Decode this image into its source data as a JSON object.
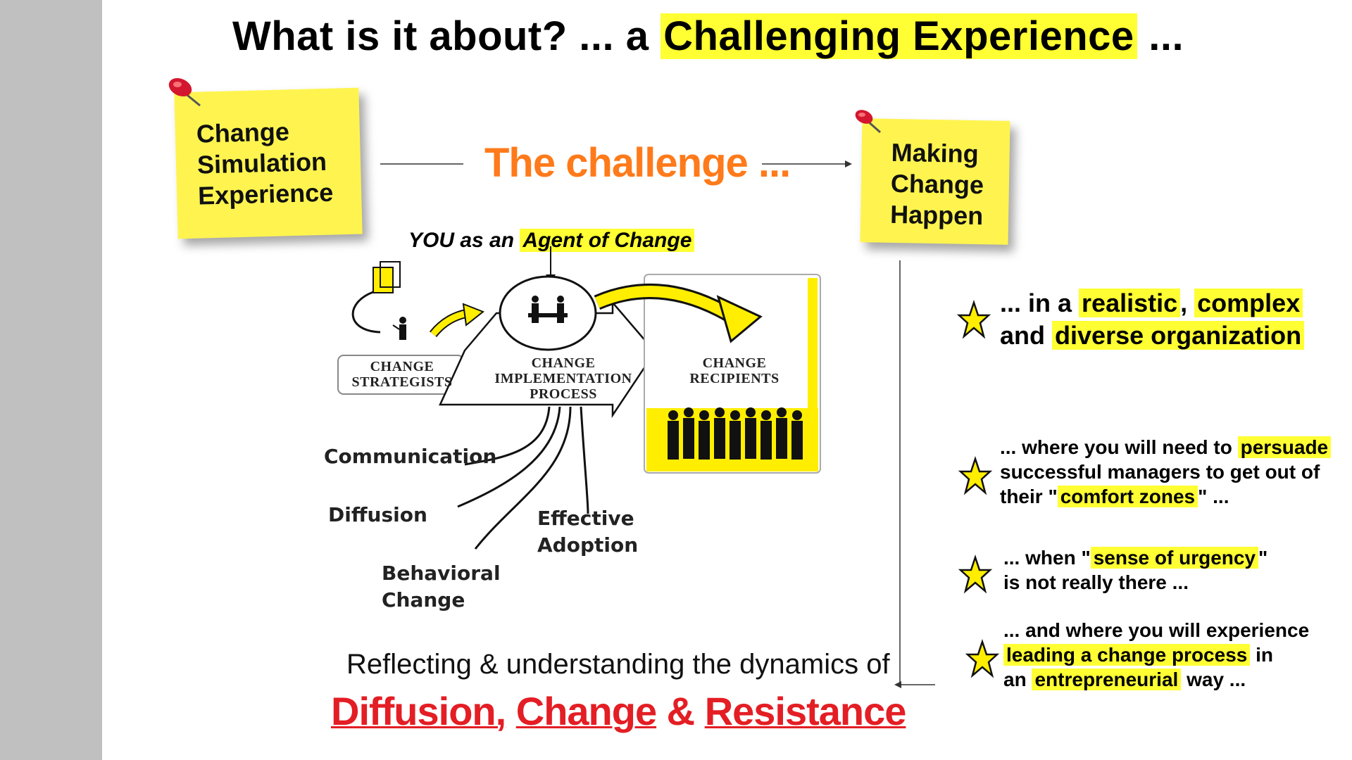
{
  "title": {
    "prefix": "What is it about? ... a",
    "highlight": "Challenging Experience",
    "suffix": "..."
  },
  "notes": {
    "left": [
      "Change",
      "Simulation",
      "Experience"
    ],
    "right": [
      "Making",
      "Change",
      "Happen"
    ]
  },
  "challenge": "The challenge ...",
  "agent": {
    "prefix": "YOU as an",
    "highlight": "Agent of Change"
  },
  "diagram": {
    "strategists": [
      "CHANGE",
      "STRATEGISTS"
    ],
    "process": [
      "CHANGE",
      "IMPLEMENTATION",
      "PROCESS"
    ],
    "recipients": [
      "CHANGE",
      "RECIPIENTS"
    ],
    "communication": "Communication",
    "diffusion": "Diffusion",
    "behavioral": [
      "Behavioral",
      "Change"
    ],
    "effective": [
      "Effective",
      "Adoption"
    ]
  },
  "bullets": {
    "b1": {
      "t1": "... in a",
      "h1": "realistic",
      "t2": ", ",
      "h2": "complex",
      "t3": "and",
      "h3": "diverse organization"
    },
    "b2": {
      "t1": "... where you will need to",
      "h1": "persuade",
      "t2": "successful managers to get out of",
      "t3": "their \"",
      "h2": "comfort zones",
      "t4": "\" ..."
    },
    "b3": {
      "t1": "... when \"",
      "h1": "sense of urgency",
      "t2": "\"",
      "t3": "is not really there ..."
    },
    "b4": {
      "t1": "... and where you will experience",
      "h1": "leading a change process",
      "t2": " in",
      "t3": "an",
      "h2": "entrepreneurial",
      "t4": " way ..."
    }
  },
  "footer": {
    "reflect": "Reflecting & understanding the dynamics of",
    "w1": "Diffusion,",
    "w2": "Change",
    "amp": "&",
    "w3": "Resistance"
  },
  "colors": {
    "highlight": "#ffff33",
    "note": "#fff44f",
    "orange": "#ff7a1a",
    "red": "#e31e24",
    "sidebar": "#c0c0c0"
  }
}
